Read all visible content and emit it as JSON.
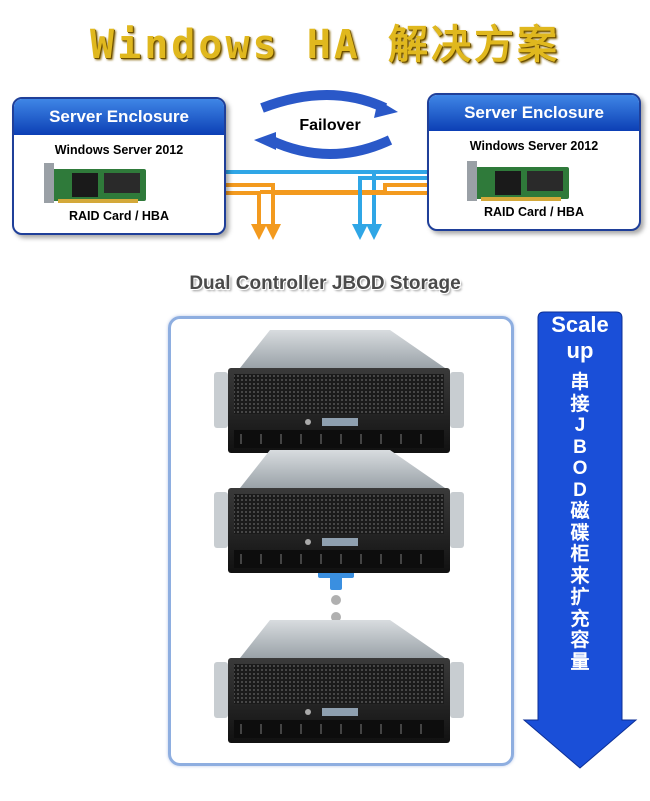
{
  "title": "Windows HA 解决方案",
  "left_enclosure": {
    "header": "Server Enclosure",
    "os": "Windows Server 2012",
    "card": "RAID Card / HBA"
  },
  "right_enclosure": {
    "header": "Server Enclosure",
    "os": "Windows Server 2012",
    "card": "RAID Card / HBA"
  },
  "failover_label": "Failover",
  "storage_title": "Dual Controller JBOD Storage",
  "scale": {
    "label_line1": "Scale",
    "label_line2": "up",
    "chinese": [
      "串",
      "接",
      "J",
      "B",
      "O",
      "D",
      "磁",
      "碟",
      "柜",
      "来",
      "扩",
      "充",
      "容",
      "量"
    ]
  },
  "colors": {
    "enclosure_header": "#1f5fd0",
    "orange_link": "#f39a1e",
    "blue_link": "#2fa6e6",
    "scale_arrow": "#1a4fd8",
    "title_gold": "#e0b81e"
  }
}
